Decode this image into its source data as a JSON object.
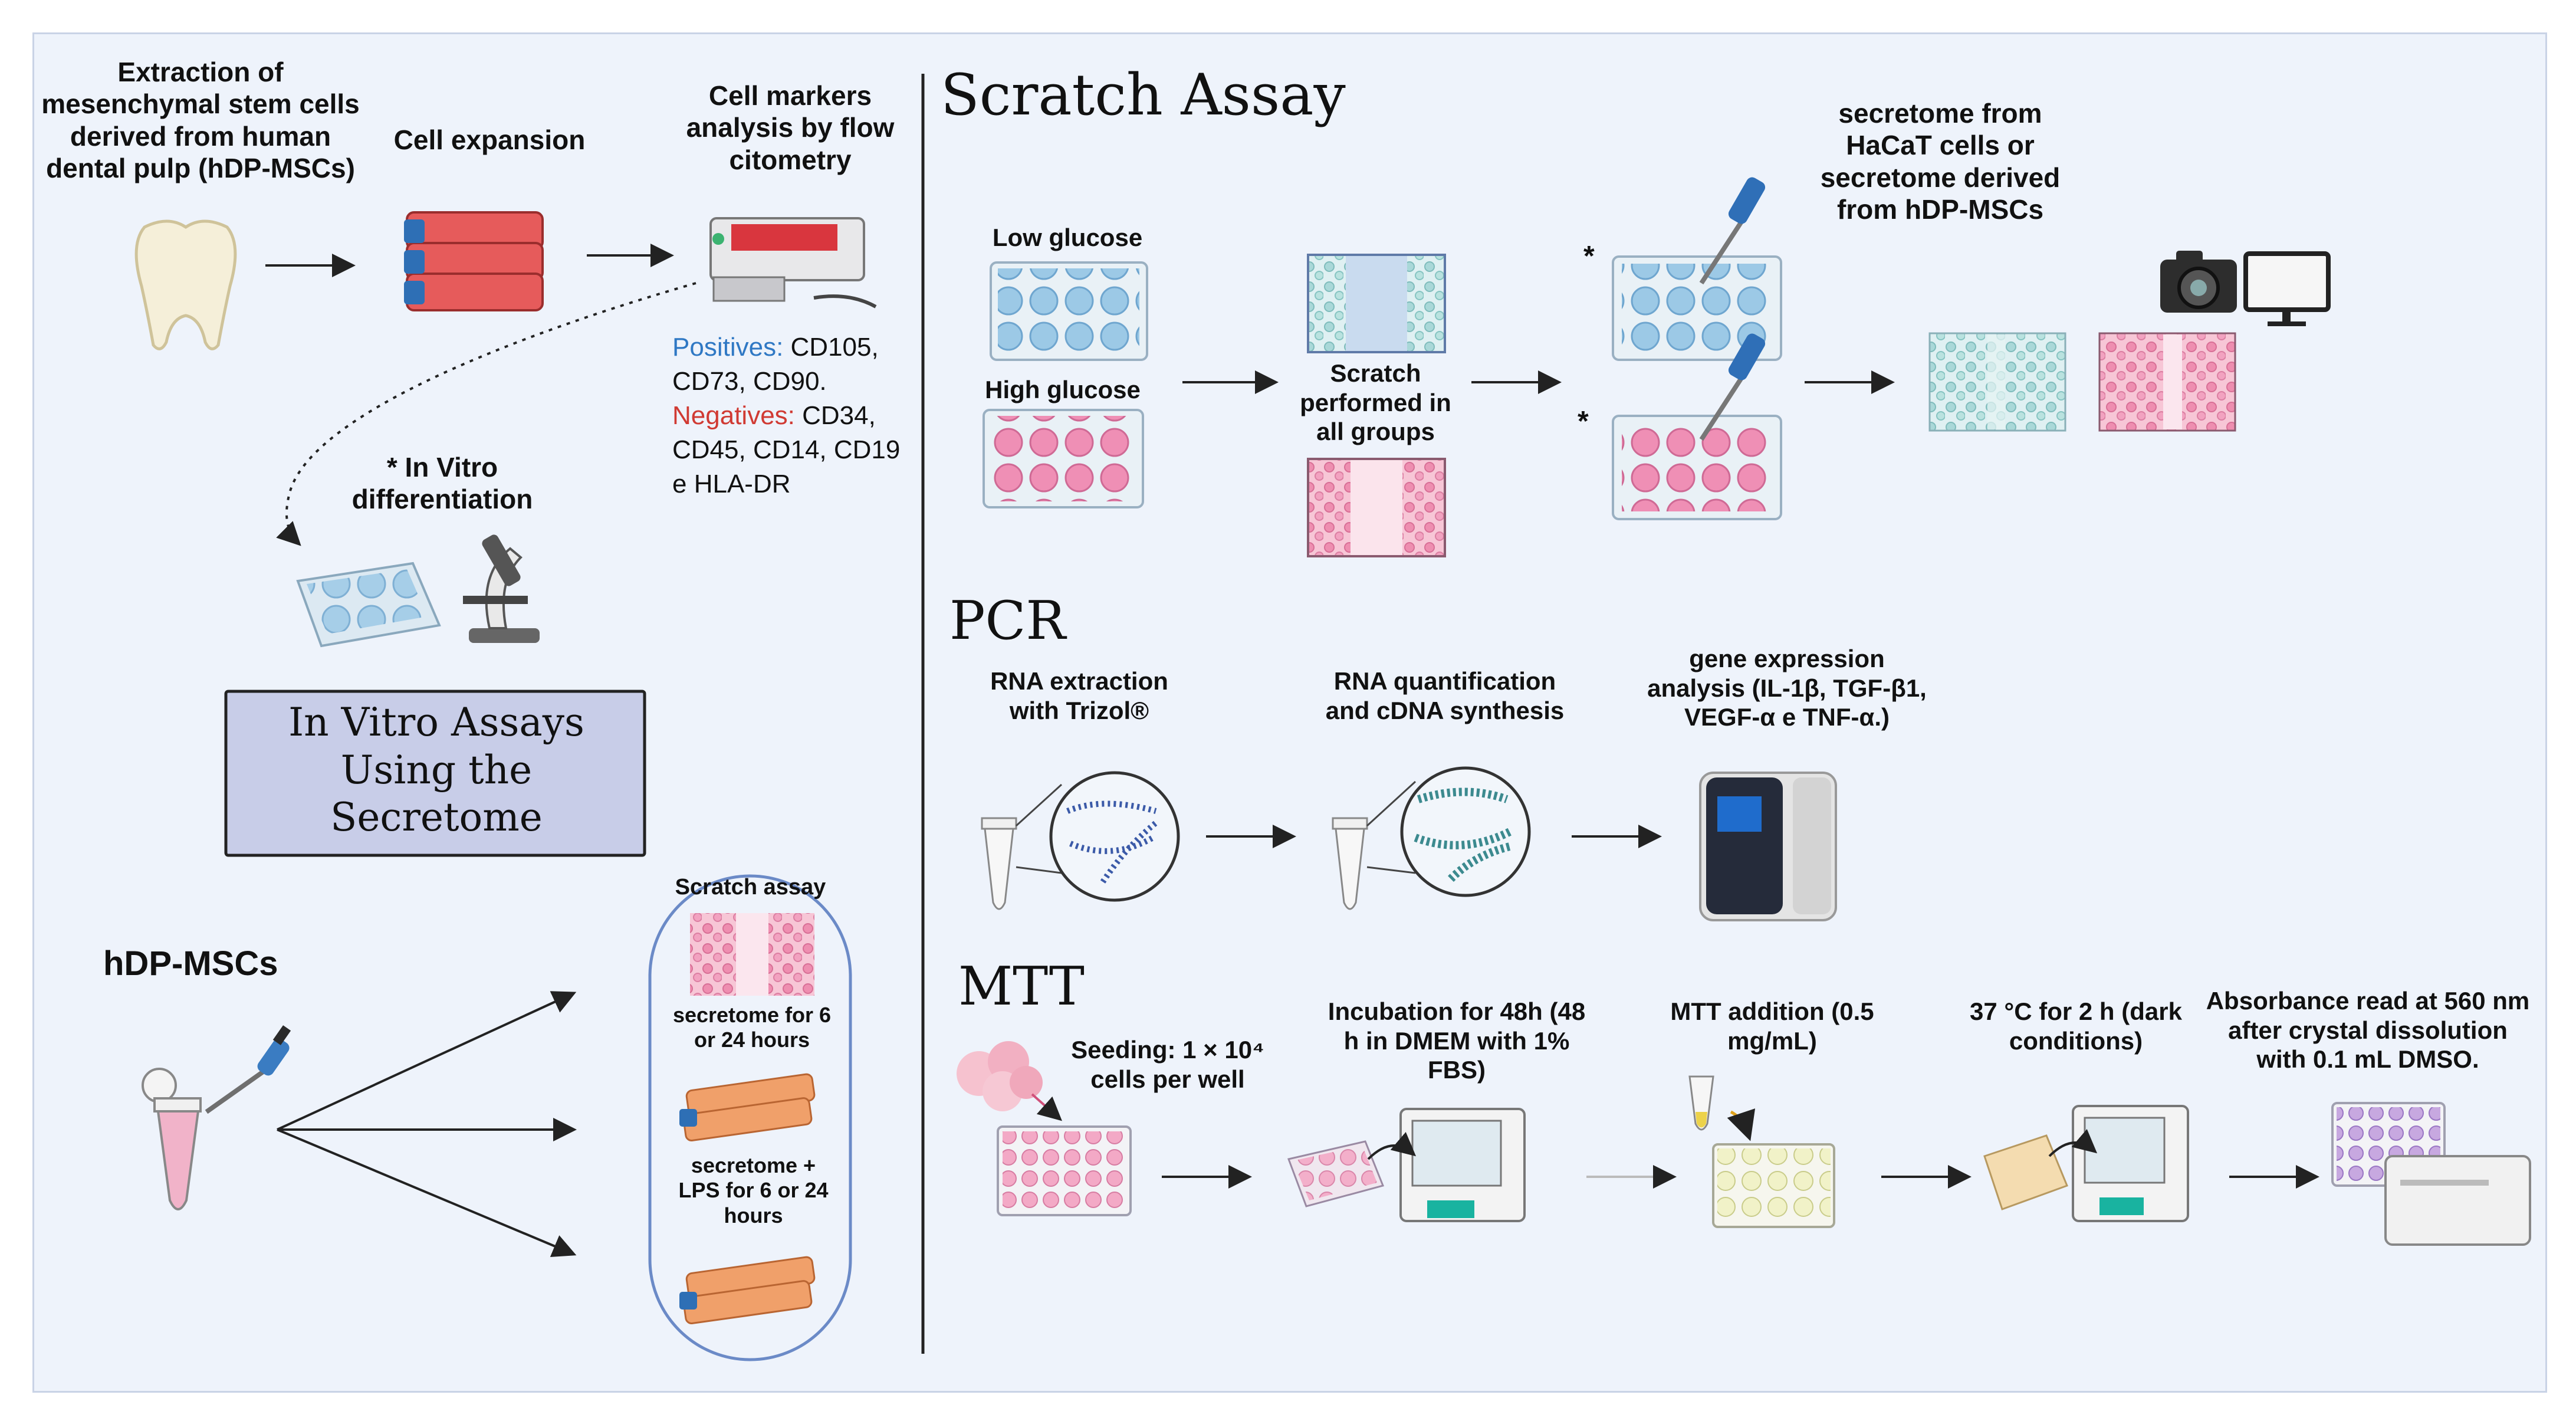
{
  "left": {
    "extraction_label": "Extraction of mesenchymal stem cells derived from human dental pulp (hDP-MSCs)",
    "expansion_label": "Cell expansion",
    "markers_label": "Cell markers analysis by flow citometry",
    "positives_label": "Positives:",
    "positives_values": "CD105, CD73, CD90.",
    "negatives_label": "Negatives:",
    "negatives_values": "CD34, CD45, CD14, CD19 e HLA-DR",
    "differentiation_label": "* In Vitro differentiation",
    "assays_title": "In Vitro Assays Using the Secretome",
    "hdp_label": "hDP-MSCs",
    "scratch_small": "Scratch assay",
    "secretome_time": "secretome for 6 or 24 hours",
    "secretome_lps": "secretome + LPS for 6 or 24 hours"
  },
  "scratch": {
    "title": "Scratch Assay",
    "low_glucose": "Low glucose",
    "high_glucose": "High glucose",
    "performed": "Scratch performed in all groups",
    "secretome_source": "secretome from HaCaT cells or secretome derived from hDP-MSCs",
    "asterisk": "*"
  },
  "pcr": {
    "title": "PCR",
    "rna_extraction": "RNA extraction with Trizol®",
    "quantification": "RNA quantification and cDNA synthesis",
    "gene_expression": "gene expression analysis (IL-1β, TGF-β1, VEGF-α e TNF-α.)"
  },
  "mtt": {
    "title": "MTT",
    "seeding": "Seeding: 1 × 10⁴ cells per well",
    "incubation": "Incubation for 48h (48 h in DMEM with 1% FBS)",
    "addition": "MTT addition (0.5 mg/mL)",
    "dark": "37 °C for 2 h (dark conditions)",
    "absorbance": "Absorbance read at 560 nm after crystal dissolution with 0.1 mL DMSO."
  },
  "colors": {
    "panel_bg": "#eef3fb",
    "positives": "#2f78c4",
    "negatives": "#d03a33",
    "blue_wells": "#9cc9e6",
    "pink_wells": "#ef8fb5",
    "box_fill": "#c8cde8"
  }
}
